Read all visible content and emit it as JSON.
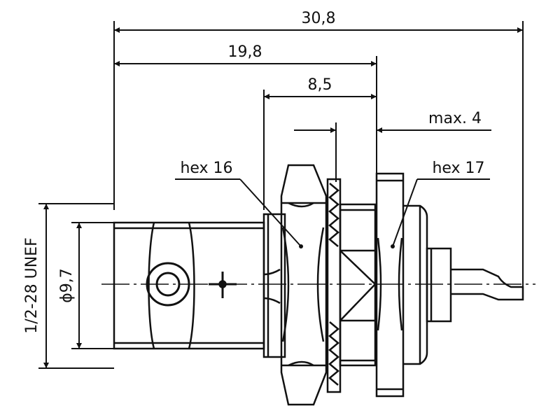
{
  "dimensions": {
    "overall_length": "30,8",
    "to_flange": "19,8",
    "hex_section": "8,5",
    "panel_thickness": "max. 4",
    "nut_hex": "hex 16",
    "flange_hex": "hex 17",
    "thread": "1/2-28 UNEF",
    "body_diameter": "ϕ9,7"
  },
  "colors": {
    "line": "#111111",
    "background": "#ffffff"
  }
}
